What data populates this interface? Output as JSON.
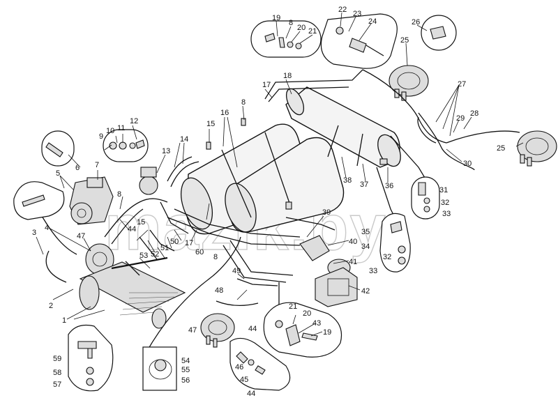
{
  "watermark": "mazik.by",
  "labels": [
    {
      "id": "l1",
      "text": "1"
    },
    {
      "id": "l2",
      "text": "2"
    },
    {
      "id": "l3",
      "text": "3"
    },
    {
      "id": "l4",
      "text": "4"
    },
    {
      "id": "l5",
      "text": "5"
    },
    {
      "id": "l6",
      "text": "6"
    },
    {
      "id": "l7",
      "text": "7"
    },
    {
      "id": "l8a",
      "text": "8"
    },
    {
      "id": "l8b",
      "text": "8"
    },
    {
      "id": "l8c",
      "text": "8"
    },
    {
      "id": "l8d",
      "text": "8"
    },
    {
      "id": "l9",
      "text": "9"
    },
    {
      "id": "l10",
      "text": "10"
    },
    {
      "id": "l11",
      "text": "11"
    },
    {
      "id": "l12",
      "text": "12"
    },
    {
      "id": "l13",
      "text": "13"
    },
    {
      "id": "l14",
      "text": "14"
    },
    {
      "id": "l15a",
      "text": "15"
    },
    {
      "id": "l15b",
      "text": "15"
    },
    {
      "id": "l16",
      "text": "16"
    },
    {
      "id": "l17a",
      "text": "17"
    },
    {
      "id": "l17b",
      "text": "17"
    },
    {
      "id": "l18",
      "text": "18"
    },
    {
      "id": "l19a",
      "text": "19"
    },
    {
      "id": "l19b",
      "text": "19"
    },
    {
      "id": "l20a",
      "text": "20"
    },
    {
      "id": "l20b",
      "text": "20"
    },
    {
      "id": "l21a",
      "text": "21"
    },
    {
      "id": "l21b",
      "text": "21"
    },
    {
      "id": "l22",
      "text": "22"
    },
    {
      "id": "l23",
      "text": "23"
    },
    {
      "id": "l24",
      "text": "24"
    },
    {
      "id": "l25a",
      "text": "25"
    },
    {
      "id": "l25b",
      "text": "25"
    },
    {
      "id": "l26",
      "text": "26"
    },
    {
      "id": "l27",
      "text": "27"
    },
    {
      "id": "l28",
      "text": "28"
    },
    {
      "id": "l29",
      "text": "29"
    },
    {
      "id": "l30",
      "text": "30"
    },
    {
      "id": "l31",
      "text": "31"
    },
    {
      "id": "l32a",
      "text": "32"
    },
    {
      "id": "l32b",
      "text": "32"
    },
    {
      "id": "l33a",
      "text": "33"
    },
    {
      "id": "l33b",
      "text": "33"
    },
    {
      "id": "l34",
      "text": "34"
    },
    {
      "id": "l35",
      "text": "35"
    },
    {
      "id": "l36",
      "text": "36"
    },
    {
      "id": "l37",
      "text": "37"
    },
    {
      "id": "l38",
      "text": "38"
    },
    {
      "id": "l39",
      "text": "39"
    },
    {
      "id": "l40",
      "text": "40"
    },
    {
      "id": "l41",
      "text": "41"
    },
    {
      "id": "l42",
      "text": "42"
    },
    {
      "id": "l43",
      "text": "43"
    },
    {
      "id": "l44a",
      "text": "44"
    },
    {
      "id": "l44b",
      "text": "44"
    },
    {
      "id": "l44c",
      "text": "44"
    },
    {
      "id": "l45",
      "text": "45"
    },
    {
      "id": "l46",
      "text": "46"
    },
    {
      "id": "l47a",
      "text": "47"
    },
    {
      "id": "l47b",
      "text": "47"
    },
    {
      "id": "l48",
      "text": "48"
    },
    {
      "id": "l49",
      "text": "49"
    },
    {
      "id": "l50",
      "text": "50"
    },
    {
      "id": "l51",
      "text": "51"
    },
    {
      "id": "l52",
      "text": "52"
    },
    {
      "id": "l53",
      "text": "53"
    },
    {
      "id": "l54",
      "text": "54"
    },
    {
      "id": "l55",
      "text": "55"
    },
    {
      "id": "l56",
      "text": "56"
    },
    {
      "id": "l57",
      "text": "57"
    },
    {
      "id": "l58",
      "text": "58"
    },
    {
      "id": "l59",
      "text": "59"
    },
    {
      "id": "l60",
      "text": "60"
    }
  ]
}
